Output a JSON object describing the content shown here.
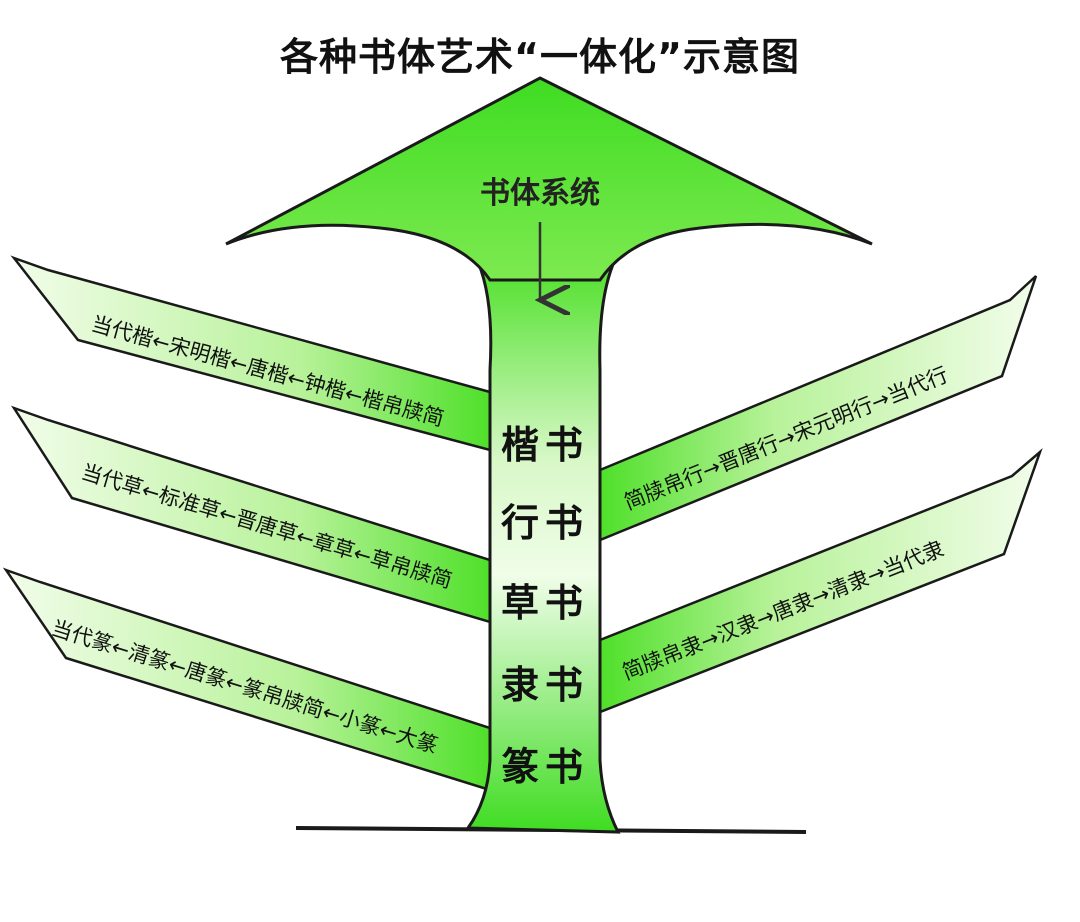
{
  "title": "各种书体艺术“一体化”示意图",
  "top_label": "书体系统",
  "trunk_labels": [
    "楷书",
    "行书",
    "草书",
    "隶书",
    "篆书"
  ],
  "left_branches": [
    "当代楷←宋明楷←唐楷←钟楷←楷帛牍简",
    "当代草←标准草←晋唐草←章草←草帛牍简",
    "当代篆←清篆←唐篆←篆帛牍简←小篆←大篆"
  ],
  "right_branches": [
    "简牍帛行→晋唐行→宋元明行→当代行",
    "简牍帛隶→汉隶→唐隶→清隶→当代隶"
  ],
  "colors": {
    "green_dark": "#3fdc22",
    "green_mid": "#86ee5e",
    "green_light": "#e8fbd8",
    "outline": "#1a1a1a"
  }
}
